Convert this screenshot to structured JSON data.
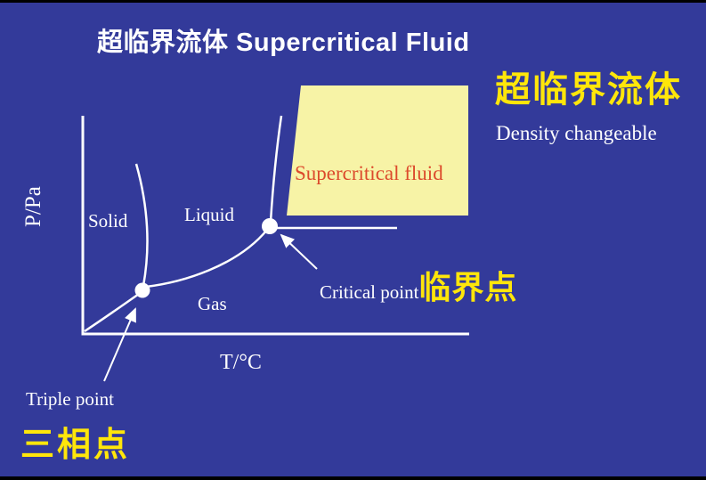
{
  "slide": {
    "title": "超临界流体 Supercritical Fluid"
  },
  "right_panel": {
    "heading_cn": "超临界流体",
    "subheading": "Density changeable"
  },
  "diagram": {
    "y_axis_label": "P/Pa",
    "x_axis_label": "T/°C",
    "regions": {
      "solid": "Solid",
      "liquid": "Liquid",
      "gas": "Gas",
      "supercritical": "Supercritical fluid"
    },
    "annotations": {
      "critical_point_en": "Critical point",
      "critical_point_cn": "临界点",
      "triple_point_en": "Triple point",
      "triple_point_cn": "三相点"
    }
  },
  "colors": {
    "background": "#333A9A",
    "edge_bars": "#000000",
    "accent_yellow": "#FFE60A",
    "supercritical_fill": "#F7F3A6",
    "supercritical_label": "#DC4A2C",
    "curves_and_text": "#FFFFFF"
  }
}
